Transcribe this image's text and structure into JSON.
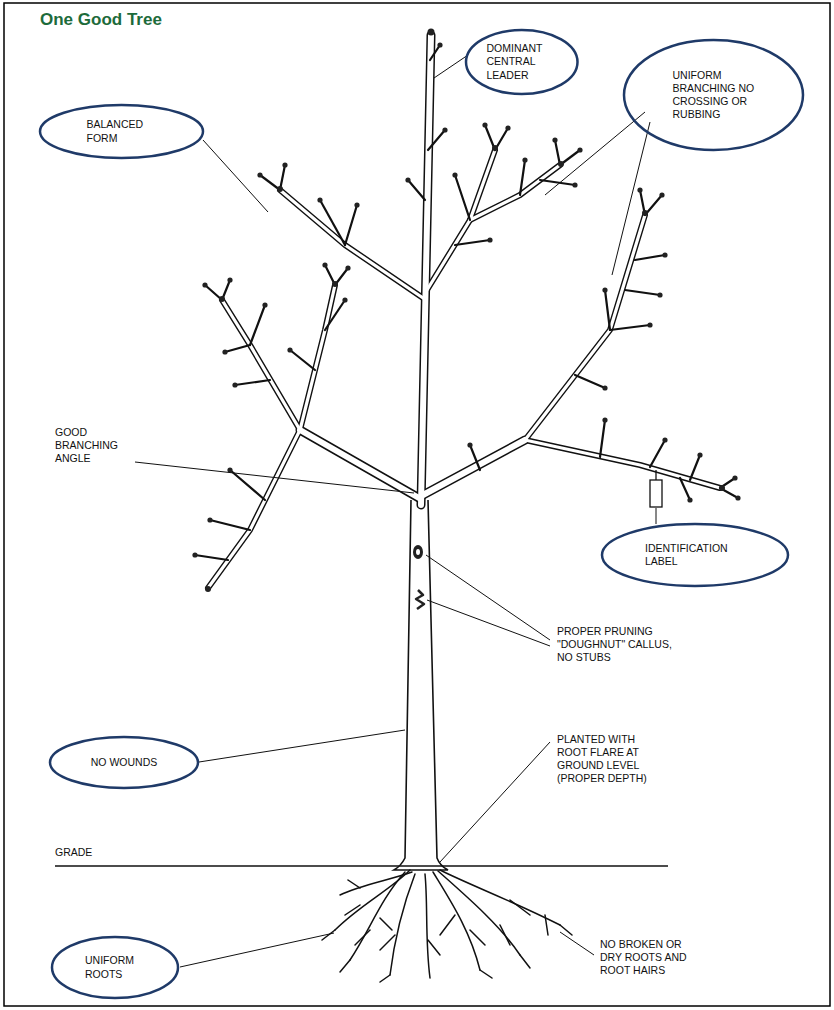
{
  "diagram": {
    "title": "One Good Tree",
    "nodes": [
      {
        "text": [
          "DOMINANT CENTRAL LEADER"
        ]
      },
      {
        "text": [
          "UNIFORM BRANCHING NO CROSSING OR RUBBING"
        ]
      },
      {
        "text": [
          "BALANCED FORM"
        ]
      },
      {
        "text": [
          "IDENTIFICATION LABEL"
        ]
      },
      {
        "text": [
          "NO WOUNDS"
        ]
      },
      {
        "text": [
          "UNIFORM ROOTS"
        ]
      }
    ],
    "labels": [
      "GOOD BRANCHING ANGLE",
      "PROPER PRUNING \"DOUGHNUT\" CALLUS, NO STUBS",
      "PLANTED WITH ROOT FLARE AT GROUND LEVEL (PROPER DEPTH)",
      "GRADE",
      "NO BROKEN OR DRY ROOTS AND ROOT HAIRS"
    ]
  }
}
